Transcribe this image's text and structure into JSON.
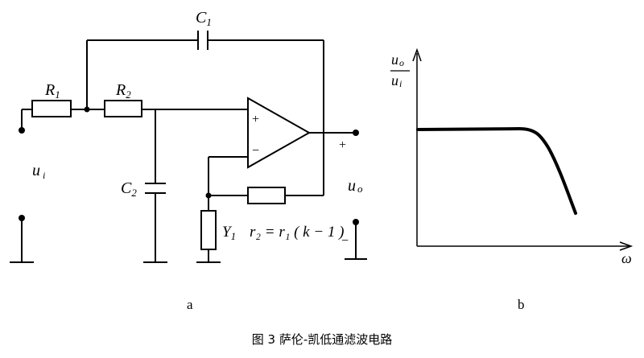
{
  "circuit": {
    "c1_label": "C",
    "c1_sub": "1",
    "r1_label": "R",
    "r1_sub": "1",
    "r2_label": "R",
    "r2_sub": "2",
    "c2_label": "C",
    "c2_sub": "2",
    "ui_label": "u",
    "ui_sub": "i",
    "uo_label": "u",
    "uo_sub": "o",
    "opamp_plus": "+",
    "opamp_minus": "−",
    "out_plus": "+",
    "out_minus": "−",
    "y1_label": "Y",
    "y1_sub": "1",
    "relation_text": "r₂ = r₁ ( k − 1 )",
    "panel_label": "a"
  },
  "response": {
    "y_num": "u",
    "y_num_sub": "o",
    "y_den": "u",
    "y_den_sub": "i",
    "x_label": "ω",
    "panel_label": "b"
  },
  "caption": "图 3   萨伦-凯低通滤波电路"
}
